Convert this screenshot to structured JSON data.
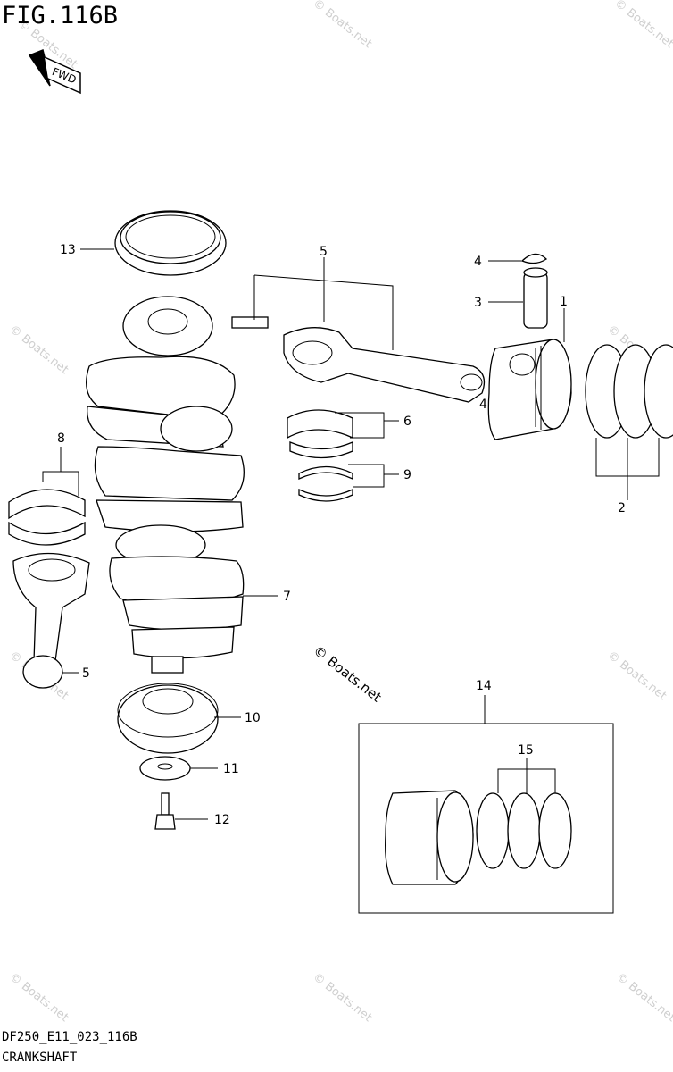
{
  "figure": {
    "title": "FIG.116B",
    "fwd_label": "FWD",
    "drawing_code": "DF250_E11_023_116B",
    "section_name": "CRANKSHAFT"
  },
  "watermark": {
    "text": "© Boats.net"
  },
  "callouts": [
    "1",
    "2",
    "3",
    "4",
    "4",
    "5",
    "5",
    "6",
    "7",
    "8",
    "9",
    "10",
    "11",
    "12",
    "13",
    "14",
    "15"
  ],
  "parts": [
    {
      "ref": "1",
      "name": "piston"
    },
    {
      "ref": "2",
      "name": "piston-ring-set"
    },
    {
      "ref": "3",
      "name": "piston-pin"
    },
    {
      "ref": "4",
      "name": "circlip"
    },
    {
      "ref": "5",
      "name": "connecting-rod"
    },
    {
      "ref": "6",
      "name": "connecting-rod-bearing"
    },
    {
      "ref": "7",
      "name": "crankshaft"
    },
    {
      "ref": "8",
      "name": "crankshaft-bearing"
    },
    {
      "ref": "9",
      "name": "thrust-bearing"
    },
    {
      "ref": "10",
      "name": "crankshaft-gear"
    },
    {
      "ref": "11",
      "name": "washer"
    },
    {
      "ref": "12",
      "name": "bolt"
    },
    {
      "ref": "13",
      "name": "oil-seal"
    },
    {
      "ref": "14",
      "name": "oversize-piston-set"
    },
    {
      "ref": "15",
      "name": "oversize-piston-ring-set"
    }
  ]
}
